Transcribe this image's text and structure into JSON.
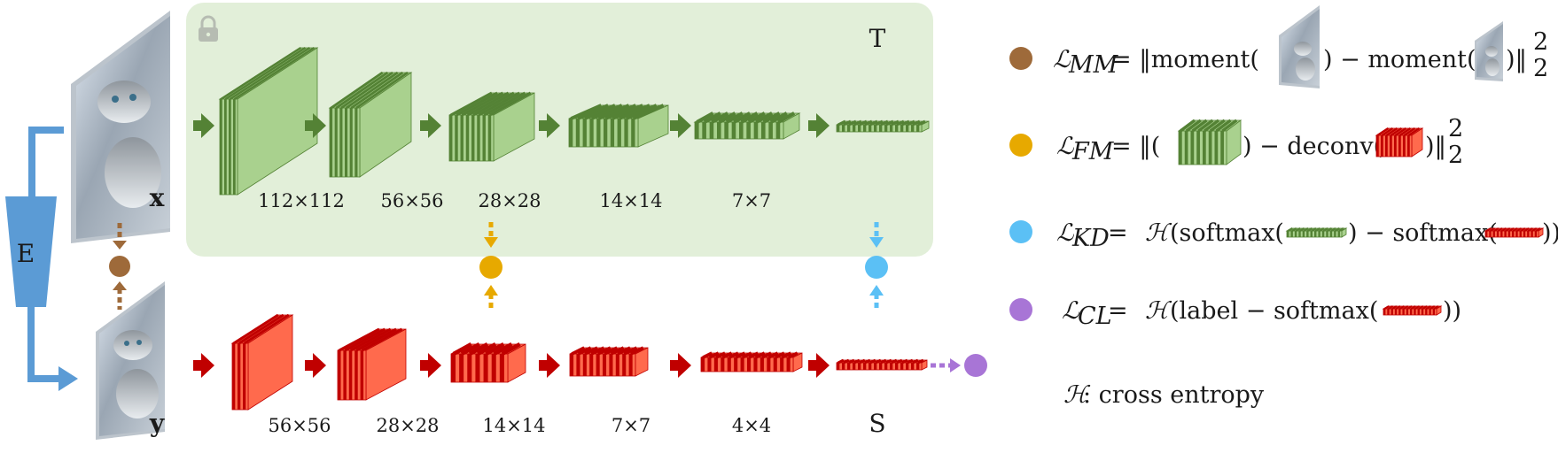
{
  "teacher": {
    "title": "T",
    "image_label": "x",
    "sizes": [
      "112×112",
      "56×56",
      "28×28",
      "14×14",
      "7×7"
    ]
  },
  "student": {
    "title": "S",
    "image_label": "y",
    "sizes": [
      "56×56",
      "28×28",
      "14×14",
      "7×7",
      "4×4"
    ]
  },
  "encoder": {
    "label": "E"
  },
  "legend": {
    "mm": {
      "sub": "MM",
      "text_a": " = ‖moment(",
      "text_b": ") − moment(",
      "text_c": ")‖",
      "sup": "2",
      "subn": "2"
    },
    "fm": {
      "sub": "FM",
      "text_a": " = ‖(",
      "text_b": ") − deconv(",
      "text_c": ")‖",
      "sup": "2",
      "subn": "2"
    },
    "kd": {
      "sub": "KD",
      "text_a": " = ",
      "script_h": "ℋ",
      "text_b": " (softmax(",
      "text_c": ") − softmax(",
      "text_d": "))"
    },
    "cl": {
      "sub": "CL",
      "text_a": " = ",
      "script_h": "ℋ",
      "text_b": " (label − softmax(",
      "text_c": "))"
    },
    "note": {
      "script_h": "ℋ",
      "text": ":  cross entropy"
    },
    "script_l": "ℒ"
  },
  "colors": {
    "teacher_panel": "#e2efd9",
    "teacher_block": "#a9d18e",
    "teacher_dark": "#548235",
    "student_block": "#ff6a4d",
    "student_dark": "#c00000",
    "arrow_green": "#548235",
    "arrow_red": "#c00000",
    "encoder": "#5b9bd5",
    "mm_dot": "#9e6a3a",
    "fm_dot": "#e7a900",
    "kd_dot": "#5bc0f5",
    "cl_dot": "#a875d6"
  },
  "icons": {
    "lock": "lock-icon"
  }
}
